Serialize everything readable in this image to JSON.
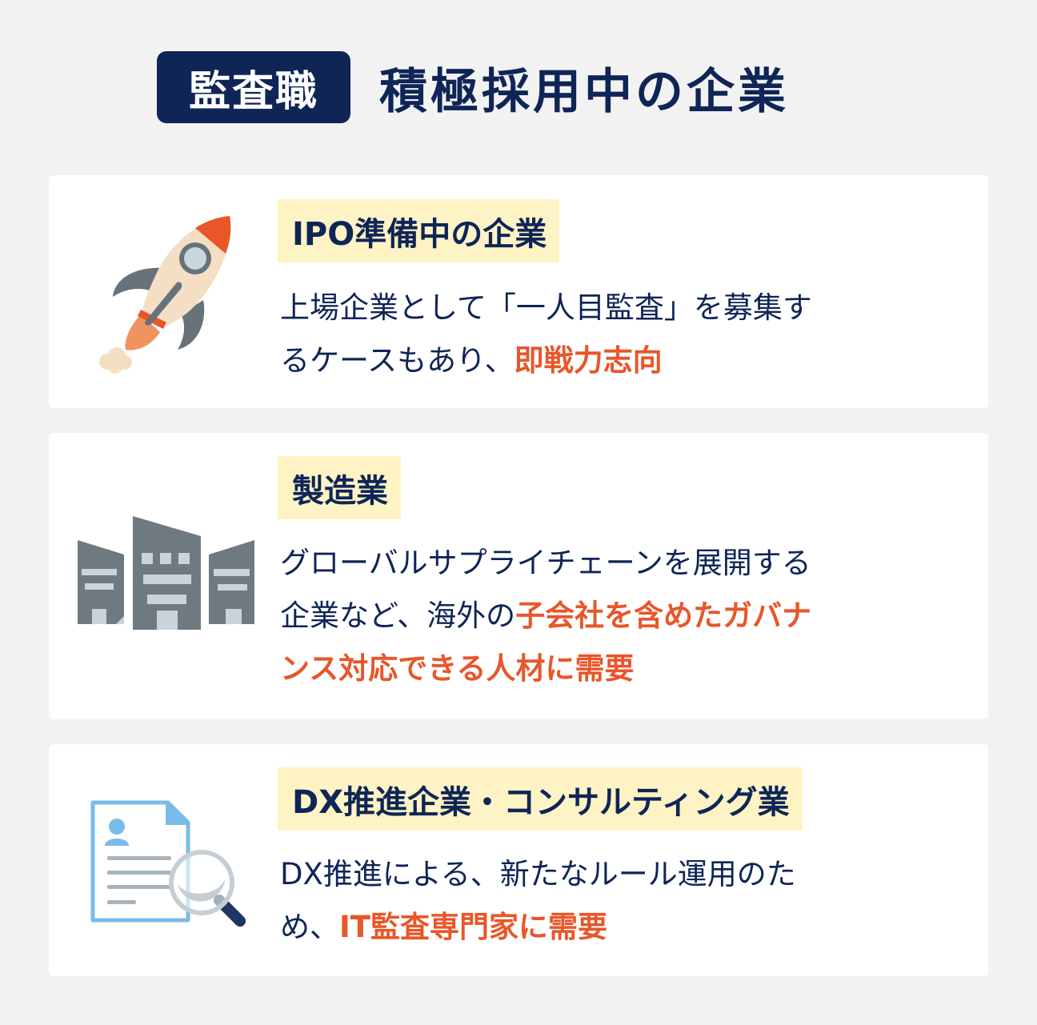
{
  "header": {
    "badge": "監査職",
    "title": "積極採用中の企業"
  },
  "colors": {
    "navy": "#0f2556",
    "accent_orange": "#e8562a",
    "heading_highlight": "#fdf3c4",
    "background": "#f2f2f2",
    "card": "#ffffff"
  },
  "cards": [
    {
      "icon": "rocket-icon",
      "heading": "IPO準備中の企業",
      "lines": [
        {
          "normal": "上場企業として「一人目監査」を募集す",
          "highlight": ""
        },
        {
          "normal": "るケースもあり、",
          "highlight": "即戦力志向"
        }
      ]
    },
    {
      "icon": "buildings-icon",
      "heading": "製造業",
      "lines": [
        {
          "normal": "グローバルサプライチェーンを展開する",
          "highlight": ""
        },
        {
          "normal": "企業など、海外の",
          "highlight": "子会社を含めたガバナ"
        },
        {
          "normal": "",
          "highlight": "ンス対応できる人材に需要"
        }
      ]
    },
    {
      "icon": "document-search-icon",
      "heading": "DX推進企業・コンサルティング業",
      "lines": [
        {
          "normal": "DX推進による、新たなルール運用のた",
          "highlight": ""
        },
        {
          "normal": "め、",
          "highlight": "IT監査専門家に需要"
        }
      ]
    }
  ]
}
